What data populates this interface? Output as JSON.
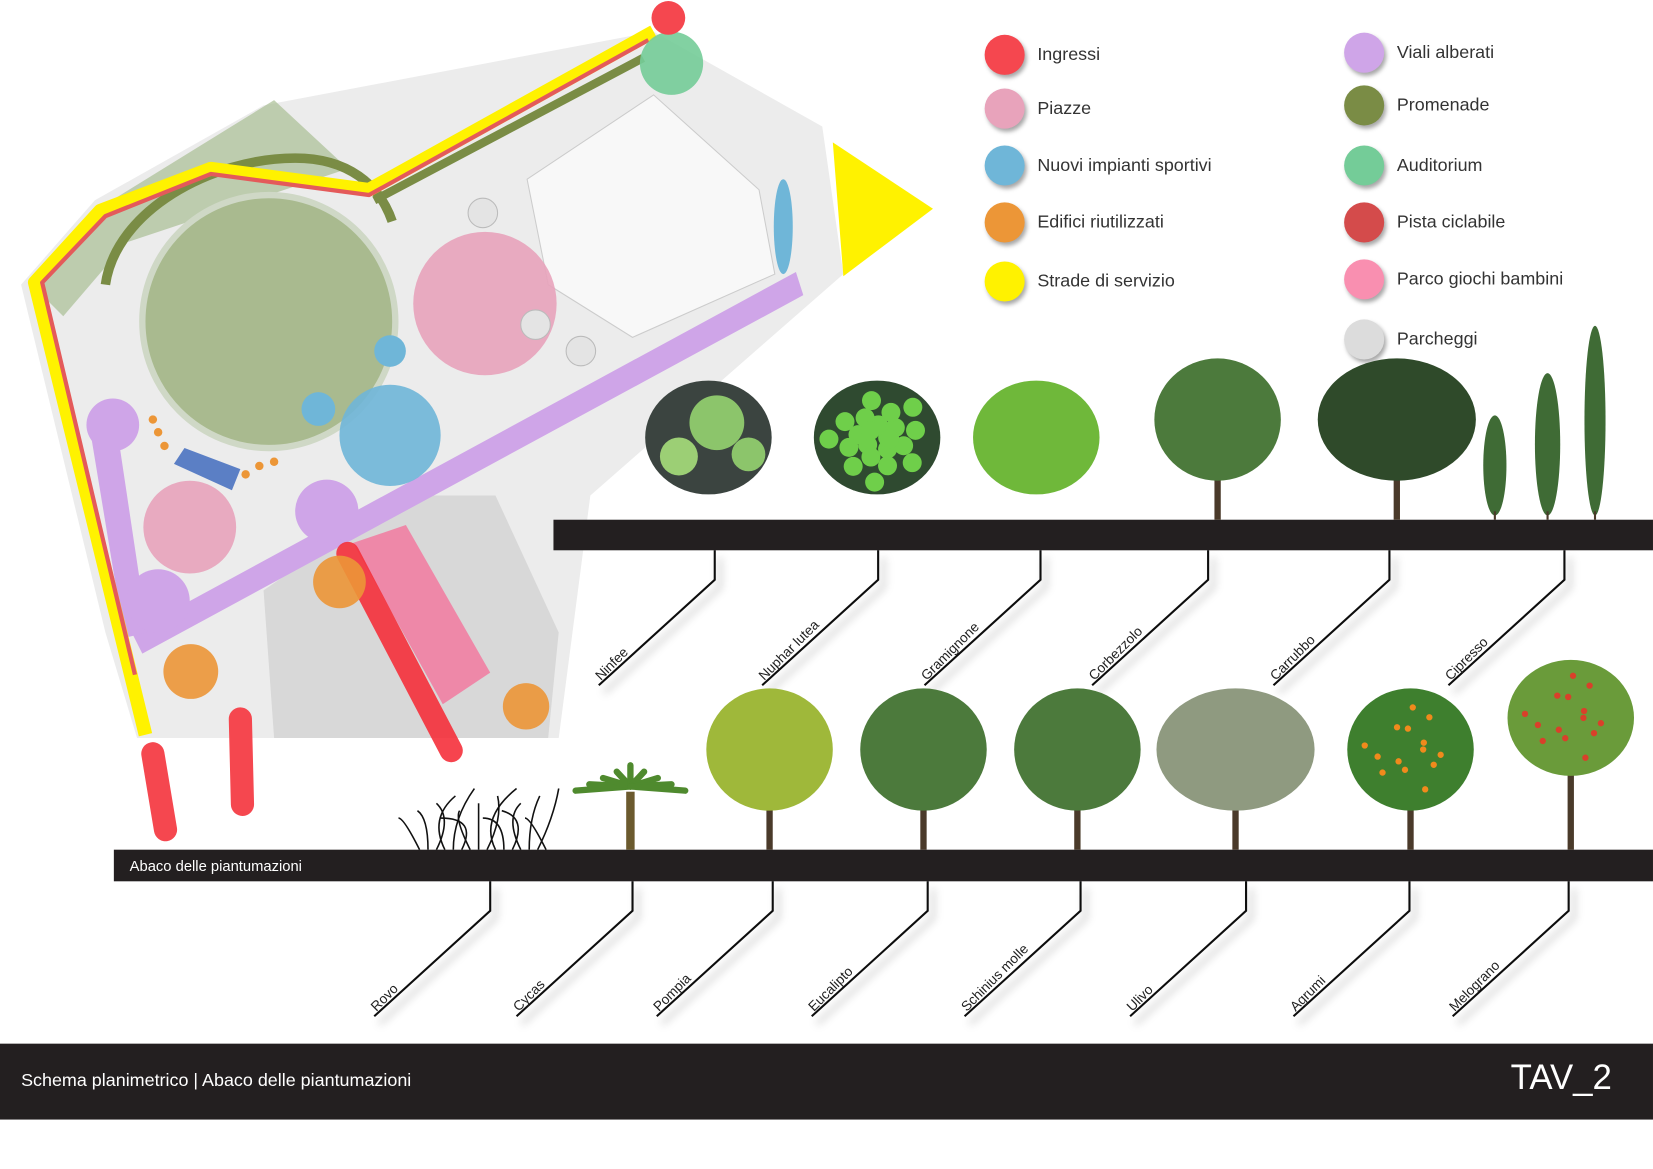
{
  "legend": {
    "left": [
      {
        "label": "Ingressi",
        "color": "#f5474f"
      },
      {
        "label": "Piazze",
        "color": "#e8a3bb"
      },
      {
        "label": "Nuovi impianti sportivi",
        "color": "#6fb6d8"
      },
      {
        "label": "Edifici riutilizzati",
        "color": "#ec9637"
      },
      {
        "label": "Strade di servizio",
        "color": "#fff200"
      }
    ],
    "right": [
      {
        "label": "Viali alberati",
        "color": "#cfa5e8"
      },
      {
        "label": "Promenade",
        "color": "#7a8c45"
      },
      {
        "label": "Auditorium",
        "color": "#74cc98"
      },
      {
        "label": "Pista ciclabile",
        "color": "#d44b4b"
      },
      {
        "label": "Parco giochi bambini",
        "color": "#f98fb0"
      },
      {
        "label": "Parcheggi",
        "color": "#dcdcdc"
      }
    ]
  },
  "plants_row1": [
    {
      "name": "Ninfee",
      "icon": "pond-lilies"
    },
    {
      "name": "Nuphar lutea",
      "icon": "lily-pads"
    },
    {
      "name": "Gramignone",
      "icon": "grass"
    },
    {
      "name": "Corbezzolo",
      "icon": "tree"
    },
    {
      "name": "Carrubbo",
      "icon": "tree-wide"
    },
    {
      "name": "Cipresso",
      "icon": "cypress"
    }
  ],
  "plants_row2": [
    {
      "name": "Rovo",
      "icon": "bramble"
    },
    {
      "name": "Cycas",
      "icon": "palm"
    },
    {
      "name": "Pompia",
      "icon": "tree-yellow"
    },
    {
      "name": "Eucalipto",
      "icon": "tree"
    },
    {
      "name": "Schinius molle",
      "icon": "tree"
    },
    {
      "name": "Ulivo",
      "icon": "olive"
    },
    {
      "name": "Agrumi",
      "icon": "citrus"
    },
    {
      "name": "Melograno",
      "icon": "pomegranate"
    }
  ],
  "abaco_label": "Abaco delle piantumazioni",
  "footer": {
    "title": "Schema planimetrico | Abaco delle piantumazioni",
    "sheet": "TAV_2"
  }
}
